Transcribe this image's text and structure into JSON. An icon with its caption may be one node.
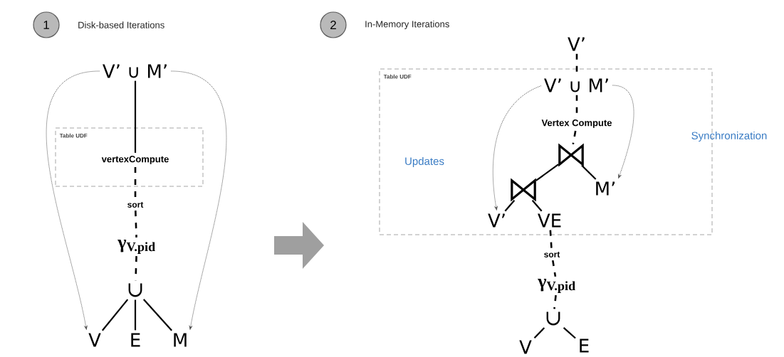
{
  "diagram": {
    "nodes": [
      {
        "text": [
          "1"
        ],
        "beside": [
          "Disk-based Iterations"
        ]
      },
      {
        "text": [
          "2"
        ],
        "beside": [
          "In-Memory Iterations"
        ]
      },
      {
        "text": [
          "V’ ∪ M’"
        ]
      },
      {
        "text": [
          "Table UDF"
        ]
      },
      {
        "text": [
          "vertexCompute"
        ],
        "in": 3
      },
      {
        "text": [
          "sort"
        ]
      },
      {
        "text": [
          "γ$_{V.pid}$"
        ]
      },
      {
        "text": [
          "∪"
        ]
      },
      {
        "text": [
          "V"
        ]
      },
      {
        "text": [
          "E"
        ]
      },
      {
        "text": [
          "M"
        ]
      },
      {
        "text": [
          "V’"
        ]
      },
      {
        "text": [
          "Table UDF"
        ]
      },
      {
        "text": [
          "V’ ∪ M’"
        ],
        "in": 12
      },
      {
        "text": [
          "Vertex Compute"
        ],
        "in": 12
      },
      {
        "text": [],
        "shape": "bowtie",
        "in": 12
      },
      {
        "text": [],
        "shape": "bowtie",
        "in": 12
      },
      {
        "text": [
          "M’"
        ],
        "in": 12
      },
      {
        "text": [
          "V’"
        ],
        "in": 12
      },
      {
        "text": [
          "VE"
        ],
        "in": 12
      },
      {
        "text": [
          "sort"
        ]
      },
      {
        "text": [
          "γ$_{V.pid}$"
        ]
      },
      {
        "text": [
          "∪"
        ]
      },
      {
        "text": [
          "V"
        ]
      },
      {
        "text": [
          "E"
        ]
      }
    ],
    "edges": [
      {
        "from": 2,
        "to": 4,
        "arrow": "none"
      },
      {
        "from": 4,
        "to": 5,
        "arrow": "none",
        "style": "dashed"
      },
      {
        "from": 5,
        "to": 6,
        "arrow": "none",
        "style": "dashed"
      },
      {
        "from": 6,
        "to": 7,
        "arrow": "none",
        "style": "dashed"
      },
      {
        "from": 7,
        "to": 8,
        "arrow": "none"
      },
      {
        "from": 7,
        "to": 9,
        "arrow": "none"
      },
      {
        "from": 7,
        "to": 10,
        "arrow": "none"
      },
      {
        "from": 2,
        "to": 8,
        "arrow": "to",
        "style": "dashed",
        "color": "#555555"
      },
      {
        "from": 2,
        "to": 10,
        "arrow": "to",
        "style": "dashed",
        "color": "#555555"
      },
      {
        "from": 11,
        "to": 13,
        "arrow": "none",
        "style": "dashed"
      },
      {
        "from": 13,
        "to": 14,
        "arrow": "none",
        "style": "dashed"
      },
      {
        "from": 14,
        "to": 15,
        "arrow": "none",
        "style": "dashed"
      },
      {
        "from": 15,
        "to": 16,
        "arrow": "none"
      },
      {
        "from": 15,
        "to": 17,
        "arrow": "none"
      },
      {
        "from": 16,
        "to": 18,
        "arrow": "none"
      },
      {
        "from": 16,
        "to": 19,
        "arrow": "none"
      },
      {
        "from": 19,
        "to": 20,
        "arrow": "none",
        "style": "dashed"
      },
      {
        "from": 20,
        "to": 21,
        "arrow": "none",
        "style": "dashed"
      },
      {
        "from": 21,
        "to": 22,
        "arrow": "none",
        "style": "dashed"
      },
      {
        "from": 22,
        "to": 23,
        "arrow": "none"
      },
      {
        "from": 22,
        "to": 24,
        "arrow": "none"
      },
      {
        "from": 13,
        "to": 18,
        "arrow": "to",
        "style": "dashed",
        "color": "#555555"
      },
      {
        "from": 13,
        "to": 17,
        "arrow": "to",
        "style": "dashed",
        "color": "#555555"
      }
    ],
    "labels": [
      "Updates",
      "Synchronization"
    ]
  }
}
